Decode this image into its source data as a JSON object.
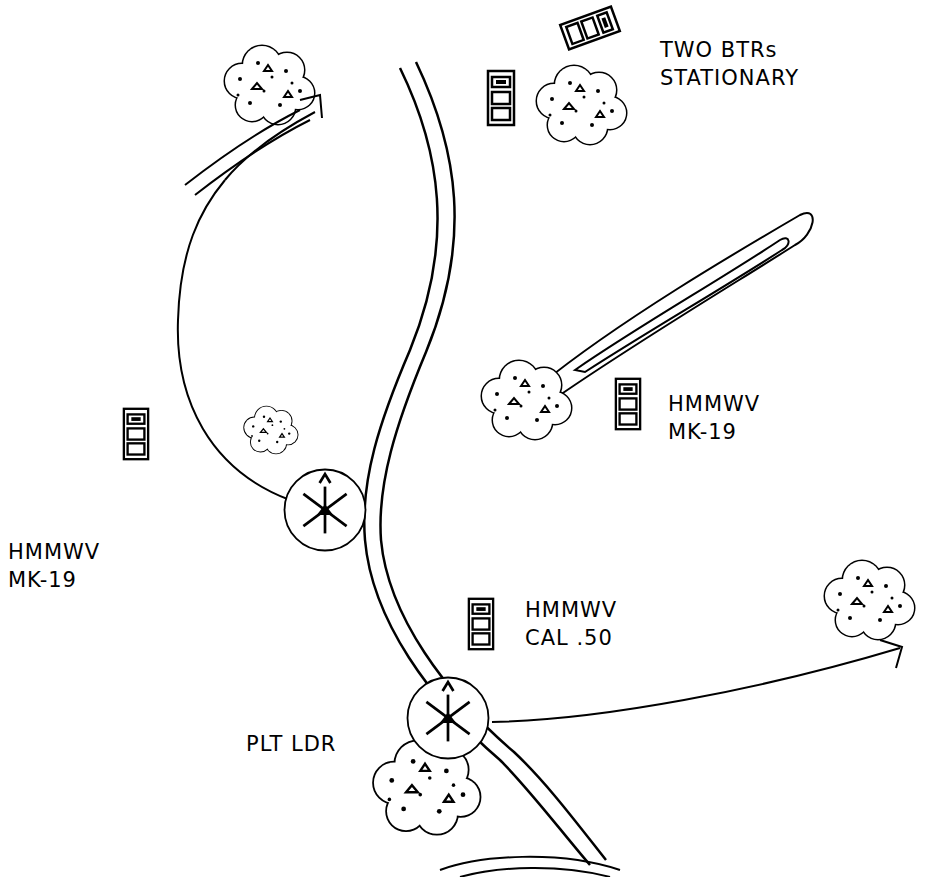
{
  "diagram": {
    "labels": [
      "TWO BTRs STATIONARY",
      "HMMWV MK-19",
      "HMMWV MK-19",
      "HMMWV CAL .50",
      "PLT LDR"
    ]
  }
}
